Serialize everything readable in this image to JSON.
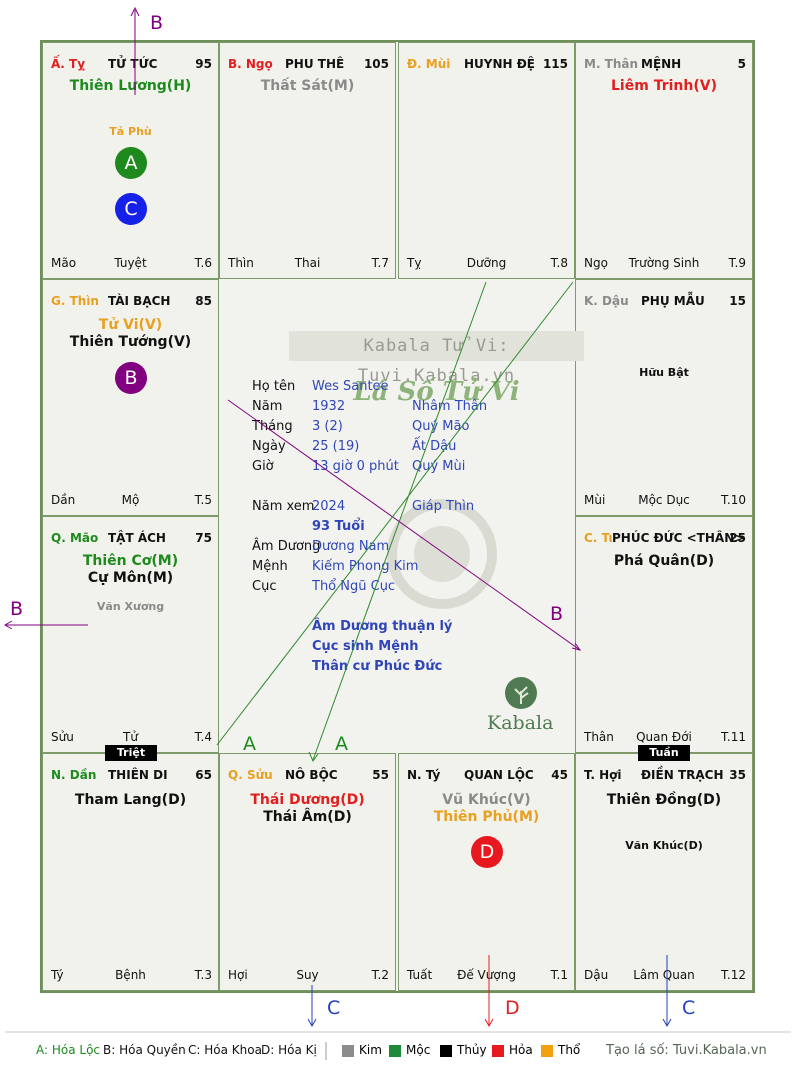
{
  "colors": {
    "board_border": "#6f8f5a",
    "red": "#e02020",
    "green": "#1e8a1e",
    "gold": "#e8a020",
    "grey": "#8a8a8a",
    "blue": "#2440c0",
    "purple": "#800080"
  },
  "watermark": "Kabala Tử Vi: Tuvi.Kabala.vn",
  "chart_title": "Lá Số Tử Vi",
  "cells": {
    "ty_snake": {
      "branch": "Ấ. Tỵ",
      "name": "TỬ TỨC",
      "num": "95",
      "stars": [
        "Thiên Lương(H)"
      ],
      "minor": [
        "Tả Phù"
      ],
      "footer": [
        "Mão",
        "Tuyệt",
        "T.6"
      ],
      "markers": [
        "A",
        "C"
      ]
    },
    "ngo": {
      "branch": "B. Ngọ",
      "name": "PHU THÊ",
      "num": "105",
      "stars": [
        "Thất Sát(M)"
      ],
      "footer": [
        "Thìn",
        "Thai",
        "T.7"
      ]
    },
    "mui": {
      "branch": "Đ. Mùi",
      "name": "HUYNH ĐỆ",
      "num": "115",
      "footer": [
        "Tỵ",
        "Dưỡng",
        "T.8"
      ]
    },
    "than": {
      "branch": "M. Thân",
      "name": "MỆNH",
      "num": "5",
      "stars": [
        "Liêm Trinh(V)"
      ],
      "footer": [
        "Ngọ",
        "Trường Sinh",
        "T.9"
      ]
    },
    "thin": {
      "branch": "G. Thìn",
      "name": "TÀI BẠCH",
      "num": "85",
      "stars": [
        "Tử Vi(V)",
        "Thiên Tướng(V)"
      ],
      "footer": [
        "Dần",
        "Mộ",
        "T.5"
      ],
      "markers": [
        "B"
      ]
    },
    "dau": {
      "branch": "K. Dậu",
      "name": "PHỤ MẪU",
      "num": "15",
      "minor": [
        "Hữu Bật"
      ],
      "footer": [
        "Mùi",
        "Mộc Dục",
        "T.10"
      ]
    },
    "mao": {
      "branch": "Q. Mão",
      "name": "TẬT ÁCH",
      "num": "75",
      "stars": [
        "Thiên Cơ(M)",
        "Cự Môn(M)"
      ],
      "minor": [
        "Văn Xương"
      ],
      "footer": [
        "Sửu",
        "Tử",
        "T.4"
      ]
    },
    "tuat": {
      "branch": "C. Tuất",
      "name": "PHÚC ĐỨC <THÂN>",
      "num": "25",
      "stars": [
        "Phá Quân(D)"
      ],
      "footer": [
        "Thân",
        "Quan Đới",
        "T.11"
      ]
    },
    "dan": {
      "branch": "N. Dần",
      "name": "THIÊN DI",
      "num": "65",
      "stars": [
        "Tham Lang(D)"
      ],
      "footer": [
        "Tý",
        "Bệnh",
        "T.3"
      ],
      "tag": "Triệt"
    },
    "suu": {
      "branch": "Q. Sửu",
      "name": "NÔ BỘC",
      "num": "55",
      "stars": [
        "Thái Dương(D)",
        "Thái Âm(D)"
      ],
      "footer": [
        "Hợi",
        "Suy",
        "T.2"
      ]
    },
    "ty_rat": {
      "branch": "N. Tý",
      "name": "QUAN LỘC",
      "num": "45",
      "stars": [
        "Vũ Khúc(V)",
        "Thiên Phủ(M)"
      ],
      "footer": [
        "Tuất",
        "Đế Vượng",
        "T.1"
      ],
      "markers": [
        "D"
      ]
    },
    "hoi": {
      "branch": "T. Hợi",
      "name": "ĐIỀN TRẠCH",
      "num": "35",
      "stars": [
        "Thiên Đồng(D)"
      ],
      "minor": [
        "Văn Khúc(D)"
      ],
      "footer": [
        "Dậu",
        "Lâm Quan",
        "T.12"
      ],
      "tag": "Tuần"
    }
  },
  "info": {
    "ho_ten_label": "Họ tên",
    "ho_ten": "Wes Santee",
    "nam_label": "Năm",
    "nam": "1932",
    "nam_can": "Nhâm Thân",
    "thang_label": "Tháng",
    "thang": "3  (2)",
    "thang_can": "Quý Mão",
    "ngay_label": "Ngày",
    "ngay": "25  (19)",
    "ngay_can": "Ất Dậu",
    "gio_label": "Giờ",
    "gio": "13 giờ 0 phút",
    "gio_can": "Quý Mùi",
    "namxem_label": "Năm xem",
    "namxem": "2024",
    "namxem_can": "Giáp Thìn",
    "tuoi": "93 Tuổi",
    "amduong_label": "Âm Dương",
    "amduong": "Dương Nam",
    "menh_label": "Mệnh",
    "menh": "Kiếm Phong Kim",
    "cuc_label": "Cục",
    "cuc": "Thổ Ngũ Cục",
    "note1": "Âm Dương thuận lý",
    "note2": "Cục sinh Mệnh",
    "note3": "Thân cư Phúc Đức",
    "logo_text": "Kabala"
  },
  "arrow_labels": {
    "top_b": "B",
    "left_b": "B",
    "center_b": "B",
    "a1": "A",
    "a2": "A",
    "bottom_c1": "C",
    "bottom_d": "D",
    "bottom_c2": "C"
  },
  "legend": {
    "a": "A: Hóa Lộc",
    "b": "B: Hóa Quyền",
    "c": "C: Hóa Khoa",
    "d": "D: Hóa Kị",
    "kim": "Kim",
    "moc": "Mộc",
    "thuy": "Thủy",
    "hoa": "Hỏa",
    "tho": "Thổ",
    "site": "Tạo lá số: Tuvi.Kabala.vn"
  }
}
